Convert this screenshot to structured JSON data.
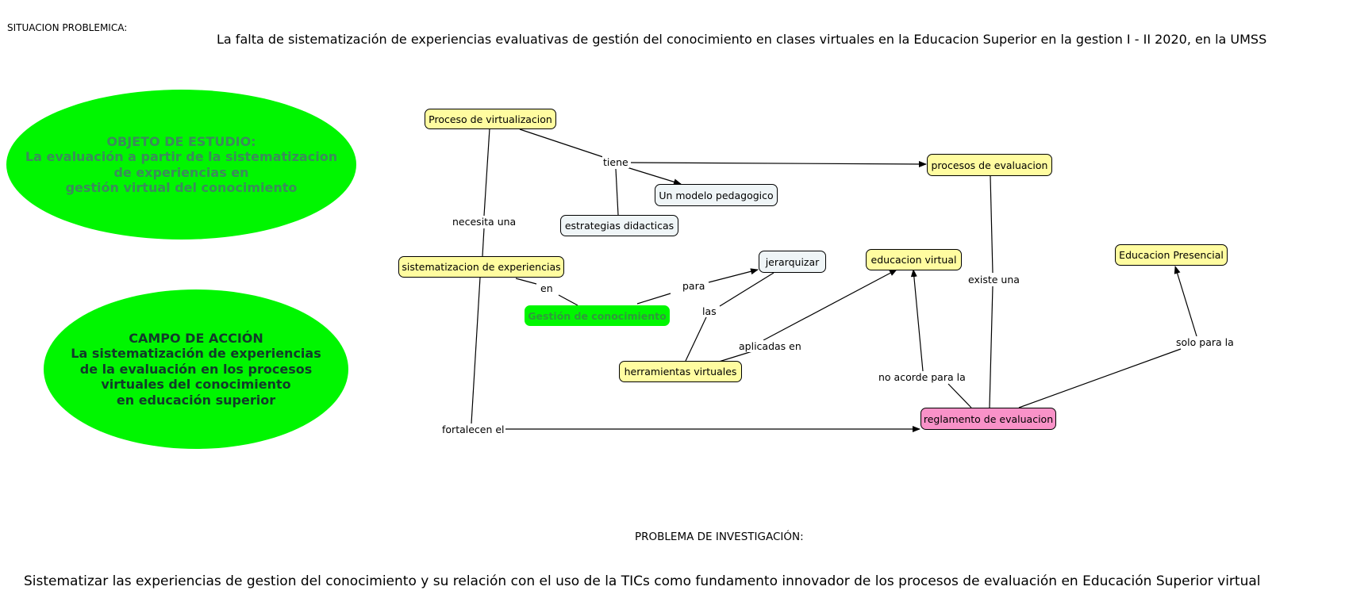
{
  "header": {
    "label": "SITUACION PROBLEMICA:",
    "statement": "La falta de sistematización de experiencias evaluativas de gestión del conocimiento en  clases virtuales  en la Educacion Superior en la gestion I - II  2020, en la UMSS"
  },
  "objeto": {
    "lines": [
      "OBJETO DE ESTUDIO:",
      "La evaluación a partir de la sistematizacion",
      "de experiencias en",
      "gestión virtual del conocimiento"
    ],
    "color": "#00f600"
  },
  "campo": {
    "lines": [
      "CAMPO DE ACCIÓN",
      "La sistematización de experiencias",
      "de la evaluación en los procesos",
      "virtuales del conocimiento",
      "en educación superior"
    ],
    "color": "#00f600"
  },
  "concepts": {
    "proceso_virtualizacion": "Proceso de virtualizacion",
    "procesos_evaluacion": "procesos de evaluacion",
    "modelo_pedagogico": "Un modelo pedagogico",
    "estrategias_didacticas": "estrategias didacticas",
    "sistematizacion_experiencias": "sistematizacion de experiencias",
    "jerarquizar": "jerarquizar",
    "educacion_virtual": "educacion virtual",
    "educacion_presencial": "Educacion Presencial",
    "gestion_conocimiento": "Gestión de conocimiento",
    "herramientas_virtuales": "herramientas virtuales",
    "reglamento_evaluacion": "reglamento de evaluacion"
  },
  "links": {
    "tiene": "tiene",
    "necesita_una": "necesita una",
    "en": "en",
    "para": "para",
    "las": "las",
    "aplicadas_en": "aplicadas en",
    "existe_una": "existe una",
    "no_acorde_para_la": "no acorde para  la",
    "solo_para_la": "solo para la",
    "fortalecen_el": "fortalecen el"
  },
  "footer": {
    "label": "PROBLEMA DE INVESTIGACIÓN:",
    "statement": "Sistematizar las experiencias de gestion del conocimiento y su relación con el uso de la TICs  como fundamento innovador de los procesos de evaluación en Educación Superior virtual"
  },
  "colors": {
    "concept_yellow": "#fffca0",
    "concept_light": "#eff5f7",
    "concept_pink": "#f992c8",
    "concept_green": "#00f600"
  }
}
